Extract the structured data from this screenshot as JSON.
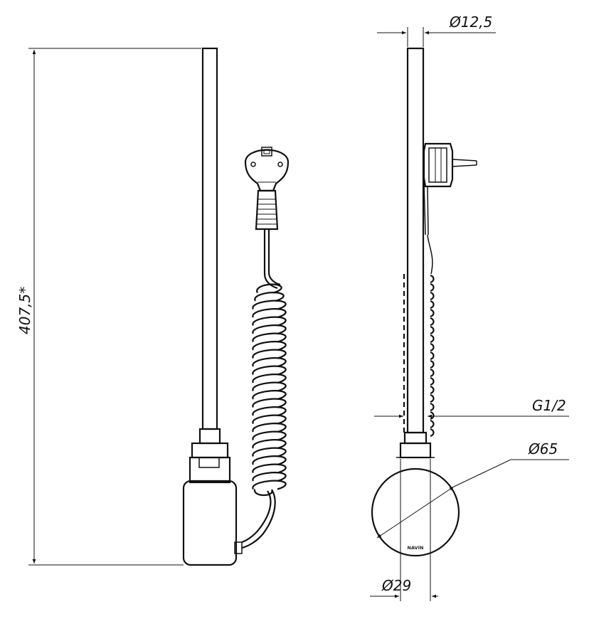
{
  "dimensions": {
    "length": "407,5*",
    "tube_diameter": "Ø12,5",
    "thread": "G1/2",
    "housing_diameter": "Ø65",
    "base_diameter": "Ø29"
  },
  "brand": "NAVIN"
}
